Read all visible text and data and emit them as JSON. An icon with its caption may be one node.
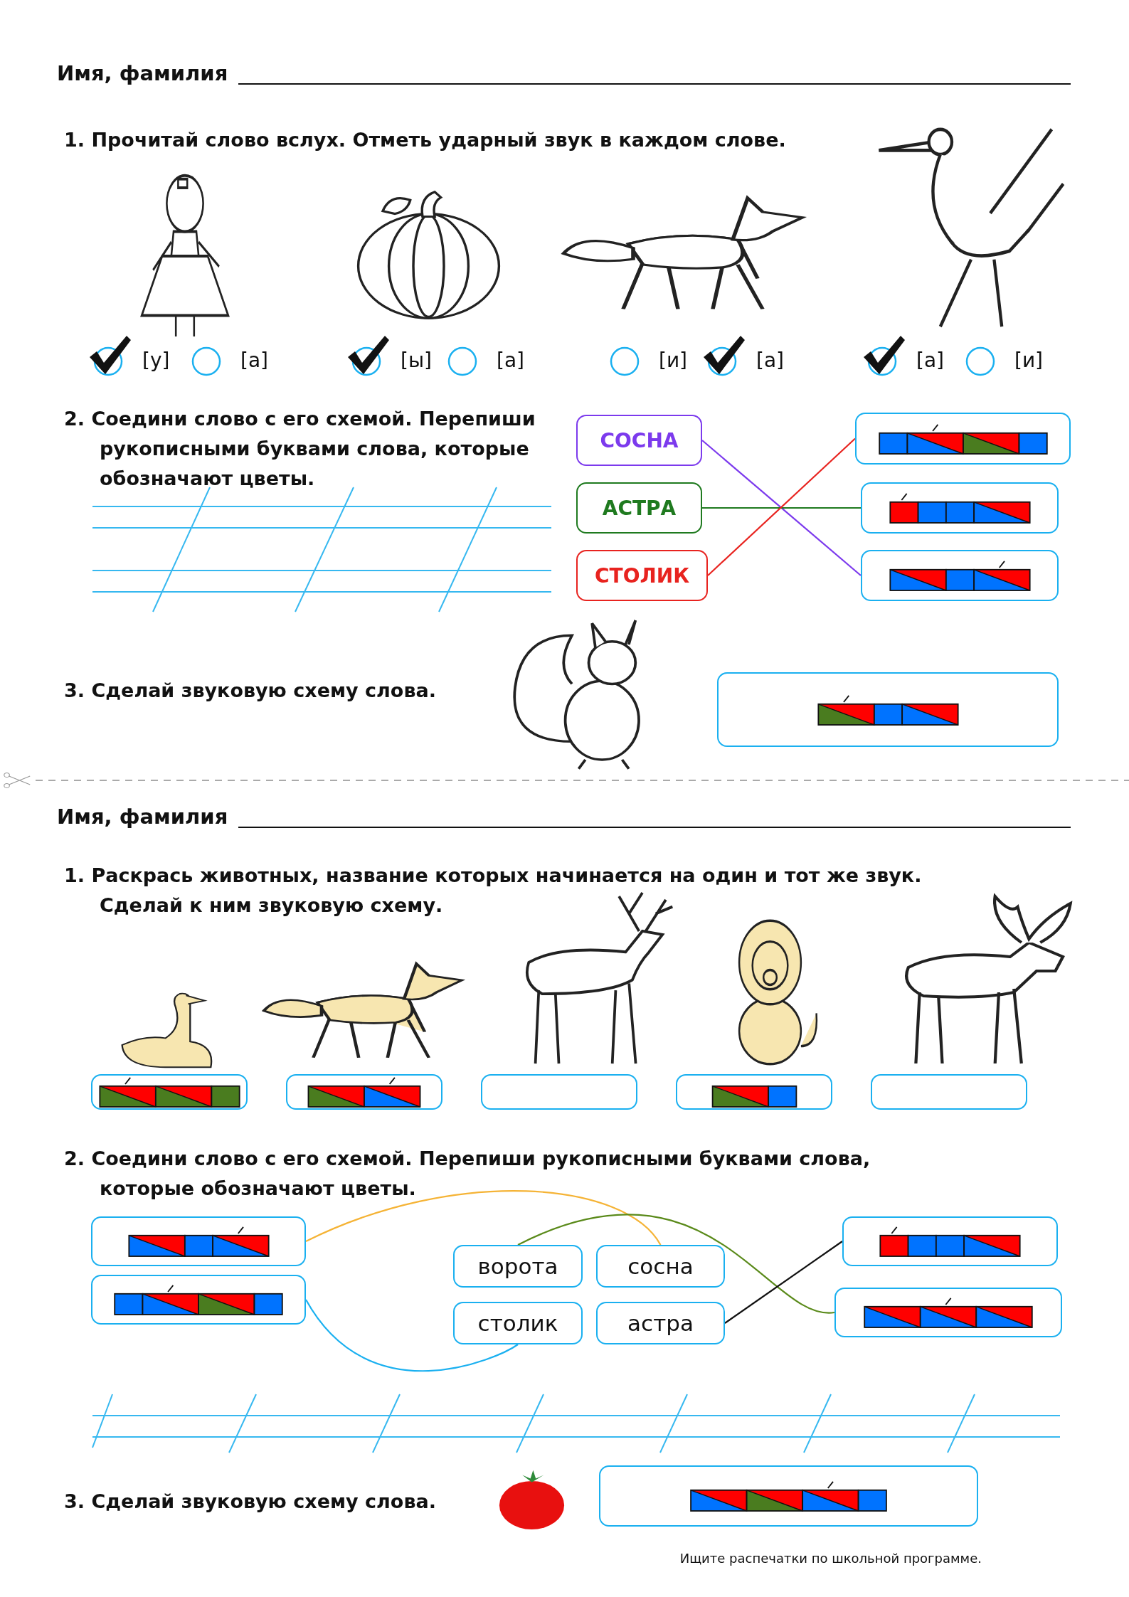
{
  "diagram": {
    "nodes": [
      {
        "text": [
          "СОСНА"
        ]
      },
      {
        "text": [
          "АСТРА"
        ]
      },
      {
        "text": [
          "СТОЛИК"
        ]
      },
      {
        "text": [],
        "shape": "box"
      },
      {
        "text": [],
        "shape": "box"
      },
      {
        "text": [],
        "shape": "box"
      },
      {
        "text": [],
        "shape": "box"
      },
      {
        "text": [],
        "shape": "box"
      },
      {
        "text": [
          "ворота"
        ]
      },
      {
        "text": [
          "сосна"
        ]
      },
      {
        "text": [
          "столик"
        ]
      },
      {
        "text": [
          "астра"
        ]
      },
      {
        "text": [],
        "shape": "box"
      },
      {
        "text": [],
        "shape": "box"
      },
      {
        "text": [],
        "shape": "box"
      },
      {
        "text": [],
        "shape": "box"
      },
      {
        "text": [],
        "shape": "box"
      },
      {
        "text": [],
        "shape": "box"
      },
      {
        "text": [],
        "shape": "box"
      },
      {
        "text": [],
        "shape": "box"
      },
      {
        "text": [],
        "shape": "box"
      }
    ],
    "edges": [
      {
        "from": 0,
        "to": 5,
        "arrow": "none",
        "color": "#7c3aed"
      },
      {
        "from": 1,
        "to": 4,
        "arrow": "none",
        "color": "#1f7a1f"
      },
      {
        "from": 2,
        "to": 3,
        "arrow": "none",
        "color": "#e8231f"
      },
      {
        "from": 6,
        "to": 9,
        "arrow": "none",
        "color": "#f5b335"
      },
      {
        "from": 7,
        "to": 10,
        "arrow": "none",
        "color": "#1ab0f0"
      },
      {
        "from": 8,
        "to": 13,
        "arrow": "none",
        "color": "#5a8a1a"
      },
      {
        "from": 11,
        "to": 12,
        "arrow": "none",
        "color": "#111111"
      }
    ],
    "labels": [
      "Имя, фамилия",
      "1. Прочитай слово вслух. Отметь ударный звук в каждом слове.",
      "[у]",
      "[а]",
      "[ы]",
      "[а]",
      "[и]",
      "[а]",
      "[а]",
      "[и]",
      "2. Соедини слово с его схемой. Перепиши рукописными буквами слова, которые обозначают цветы.",
      "3. Сделай звуковую схему слова.",
      "Имя, фамилия",
      "1. Раскрась животных, название которых начинается на один и тот же звук. Сделай к ним звуковую схему.",
      "2. Соедини слово с его схемой. Перепиши рукописными буквами слова, которые обозначают цветы.",
      "3. Сделай звуковую схему слова.",
      "Ищите распечатки по школьной программе."
    ]
  }
}
